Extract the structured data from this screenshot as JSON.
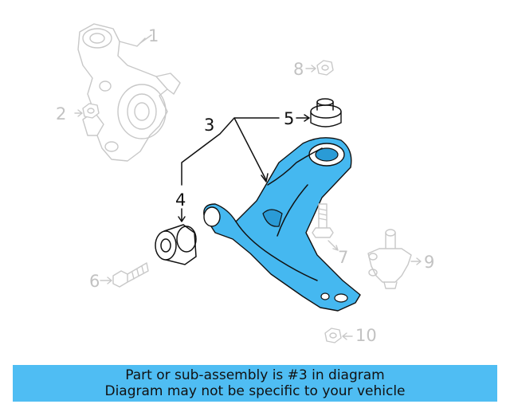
{
  "banner": {
    "line1": "Part or sub-assembly is #3 in diagram",
    "line2": "Diagram may not be specific to your vehicle"
  },
  "callouts": {
    "c1": "1",
    "c2": "2",
    "c3": "3",
    "c4": "4",
    "c5": "5",
    "c6": "6",
    "c7": "7",
    "c8": "8",
    "c9": "9",
    "c10": "10"
  },
  "colors": {
    "highlight": "#45b8f0",
    "banner": "#4fbdf3",
    "faded_parts": "#c8c8c8"
  }
}
